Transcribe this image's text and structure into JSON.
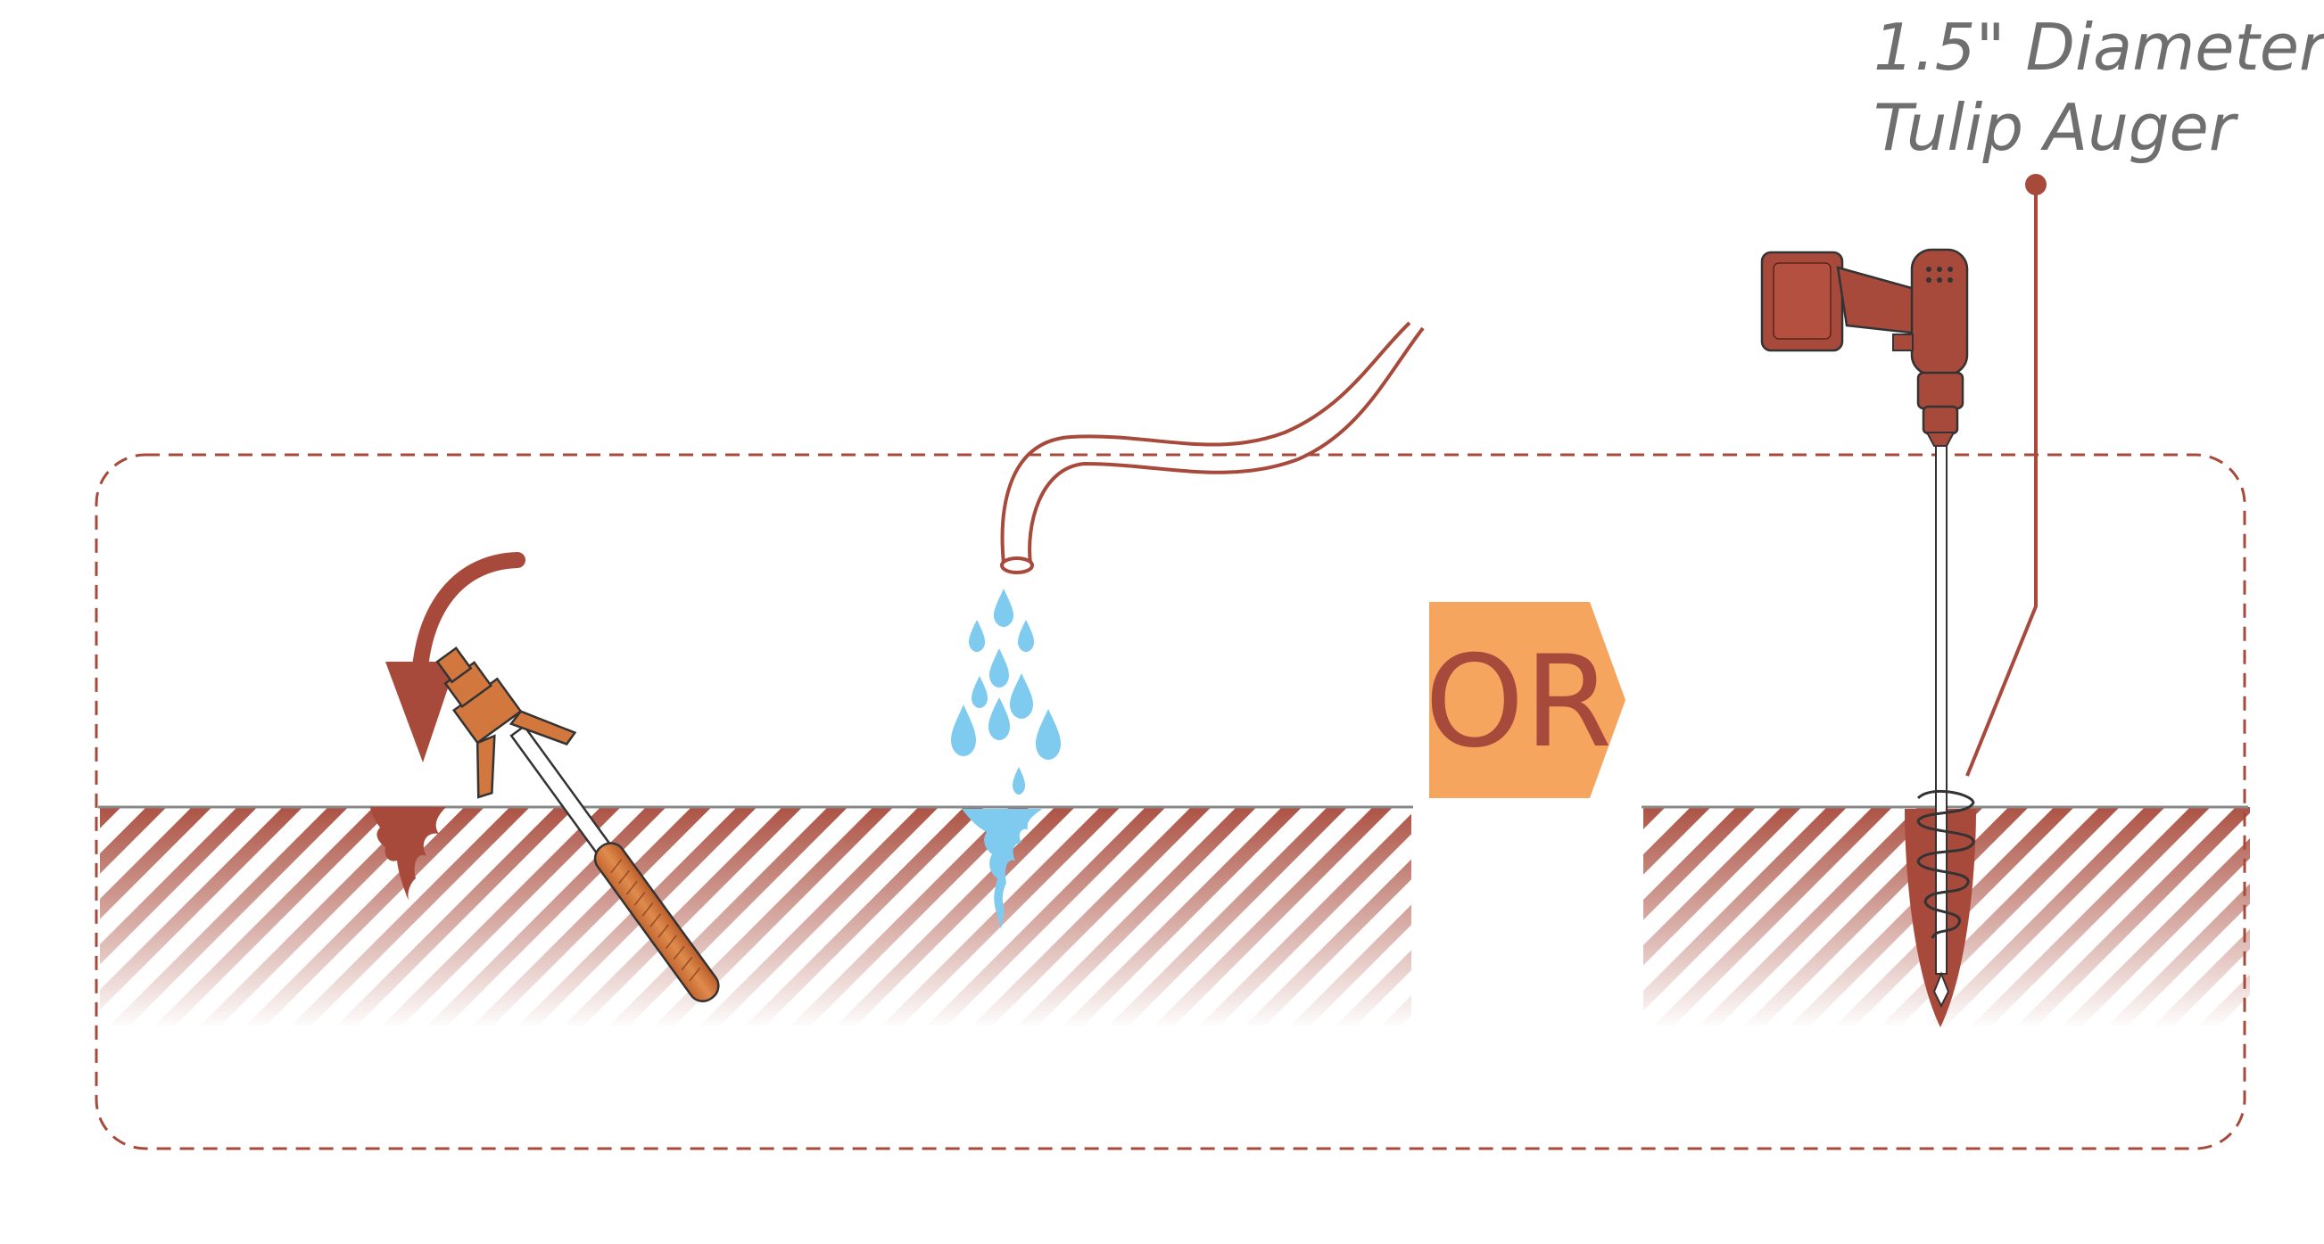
{
  "callout": {
    "line1": "1.5\" Diameter",
    "line2": "Tulip Auger"
  },
  "divider": {
    "label": "OR"
  },
  "icons": {
    "hammer": "hammer-icon",
    "arrow": "curved-arrow-icon",
    "hose": "hose-icon",
    "water": "water-drops-icon",
    "drill": "drill-icon",
    "auger": "auger-bit-icon"
  },
  "colors": {
    "brand_red": "#a84a3b",
    "handle_orange": "#d2773d",
    "or_badge": "#f6a55f",
    "water": "#7fcbef",
    "ground_line": "#888888",
    "callout_text": "#6f6f6f"
  }
}
